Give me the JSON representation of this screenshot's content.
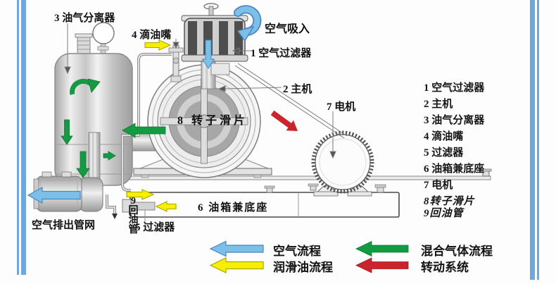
{
  "colors": {
    "frame_stripe": "#6fa6dc",
    "air_blue": "#7cc0ea",
    "air_blue_outline": "#4a86c2",
    "oil_yellow": "#f6ef00",
    "oil_yellow_outline": "#b0a500",
    "mix_green": "#149a43",
    "rotation_red": "#c9252b"
  },
  "callouts": {
    "separator": "3 油气分离器",
    "drip_nozzle": "4 滴油嘴",
    "air_intake": "空气吸入",
    "air_filter": "1 空气过滤器",
    "main_machine": "2 主机",
    "motor": "7 电机",
    "rotor_vane": "8 转子滑片",
    "air_discharge": "空气排出管网",
    "oil_return_pipe": "9回油管",
    "filter": "5 过滤器",
    "oil_tank_base": "6 油箱兼底座"
  },
  "parts_list": {
    "items": [
      "1 空气过滤器",
      "2 主机",
      "3 油气分离器",
      "4 滴油嘴",
      "5 过滤器",
      "6 油箱兼底座",
      "7 电机",
      "8转子滑片",
      "9回油管"
    ]
  },
  "legend": {
    "items": [
      {
        "label": "空气流程",
        "color": "#7cc0ea"
      },
      {
        "label": "润滑油流程",
        "color": "#f6ef00"
      },
      {
        "label": "混合气体流程",
        "color": "#149a43"
      },
      {
        "label": "转动系统",
        "color": "#c9252b"
      }
    ]
  }
}
